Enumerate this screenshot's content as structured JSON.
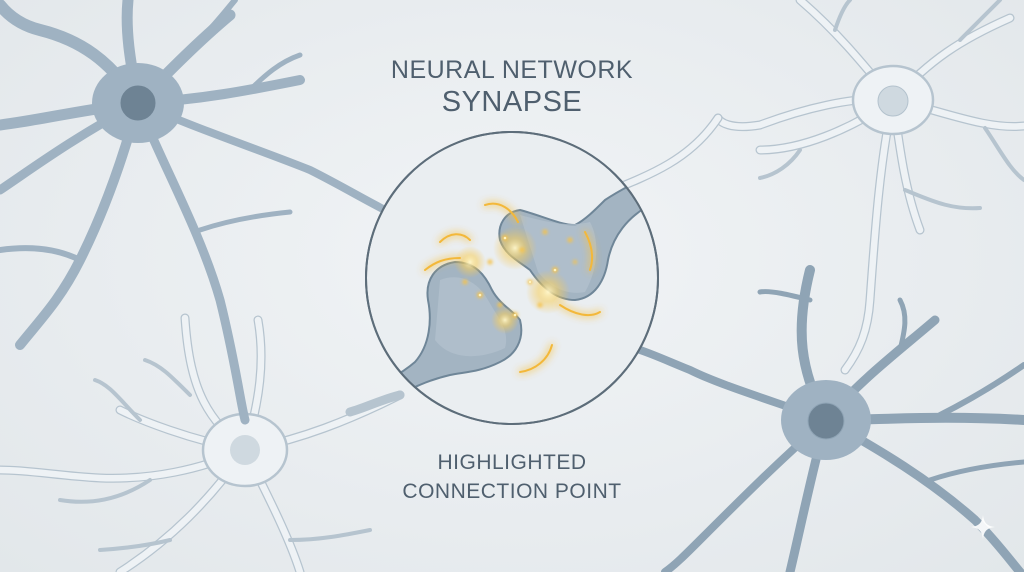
{
  "title": {
    "line1": "NEURAL NETWORK",
    "line2": "SYNAPSE"
  },
  "caption": {
    "line1": "HIGHLIGHTED",
    "line2": "CONNECTION POINT"
  },
  "colors": {
    "background": "#e9edf0",
    "neuron_dark_fill": "#9fb2c2",
    "neuron_dark_stroke": "#6b8599",
    "neuron_nucleus_dark": "#6e8394",
    "neuron_light_fill": "#eef2f5",
    "neuron_light_stroke": "#a9b9c6",
    "glow": "#f6c24a",
    "text": "#4f5f6e"
  },
  "icons": [
    "sparkle-icon"
  ]
}
